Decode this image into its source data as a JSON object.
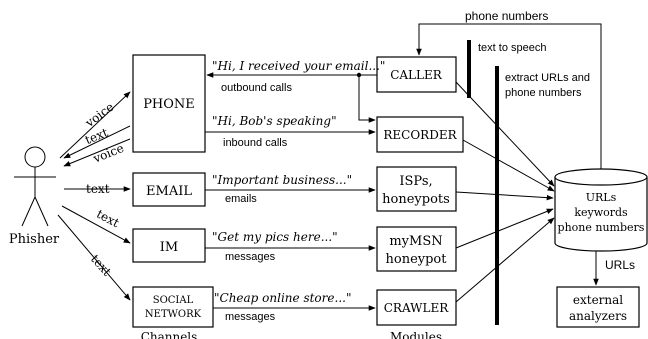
{
  "actor": {
    "label": "Phisher"
  },
  "edges": {
    "voice_out": "voice",
    "text_phone": "text",
    "voice_in": "voice",
    "text_email": "text",
    "text_im": "text",
    "text_social": "text"
  },
  "channels": {
    "caption": "Channels",
    "phone": "PHONE",
    "email": "EMAIL",
    "im": "IM",
    "social_line1": "SOCIAL",
    "social_line2": "NETWORK"
  },
  "flows": {
    "quote_outbound": "\"Hi, I received your email...\"",
    "label_outbound": "outbound calls",
    "quote_inbound": "\"Hi, Bob's speaking\"",
    "label_inbound": "inbound calls",
    "quote_email": "\"Important business...\"",
    "label_email": "emails",
    "quote_im": "\"Get my pics here...\"",
    "label_im": "messages",
    "quote_social": "\"Cheap online store...\"",
    "label_social": "messages"
  },
  "modules": {
    "caption": "Modules",
    "caller": "CALLER",
    "recorder": "RECORDER",
    "isp_line1": "ISPs,",
    "isp_line2": "honeypots",
    "mymsn_line1": "myMSN",
    "mymsn_line2": "honeypot",
    "crawler": "CRAWLER"
  },
  "annotations": {
    "phone_numbers": "phone numbers",
    "text_to_speech": "text to speech",
    "extract_line1": "extract URLs and",
    "extract_line2": "phone numbers",
    "urls": "URLs"
  },
  "database": {
    "line1": "URLs",
    "line2": "keywords",
    "line3": "phone numbers"
  },
  "analyzers": {
    "line1": "external",
    "line2": "analyzers"
  }
}
